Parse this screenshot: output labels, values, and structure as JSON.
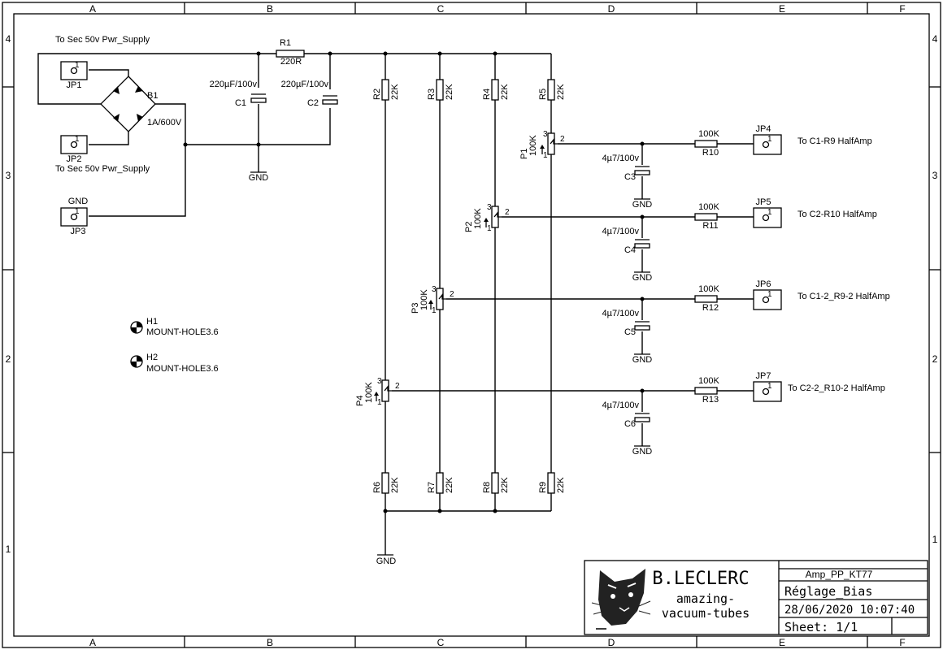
{
  "zones": {
    "columns": [
      "A",
      "B",
      "C",
      "D",
      "E",
      "F"
    ],
    "rows": [
      "4",
      "3",
      "2",
      "1"
    ]
  },
  "labels": {
    "supply_note": "To Sec 50v Pwr_Supply",
    "gnd": "GND",
    "pin1": "1",
    "pin2": "2",
    "pin3": "3"
  },
  "connectors": [
    {
      "ref": "JP1"
    },
    {
      "ref": "JP2"
    },
    {
      "ref": "JP3"
    },
    {
      "ref": "JP4",
      "note": "To C1-R9 HalfAmp"
    },
    {
      "ref": "JP5",
      "note": "To C2-R10 HalfAmp"
    },
    {
      "ref": "JP6",
      "note": "To C1-2_R9-2 HalfAmp"
    },
    {
      "ref": "JP7",
      "note": "To C2-2_R10-2 HalfAmp"
    }
  ],
  "bridge": {
    "ref": "B1",
    "value": "1A/600V"
  },
  "input_caps": [
    {
      "ref": "C1",
      "value": "220µF/100v"
    },
    {
      "ref": "C2",
      "value": "220µF/100v"
    }
  ],
  "series_resistor": {
    "ref": "R1",
    "value": "220R"
  },
  "divider_top": [
    {
      "ref": "R2",
      "value": "22K"
    },
    {
      "ref": "R3",
      "value": "22K"
    },
    {
      "ref": "R4",
      "value": "22K"
    },
    {
      "ref": "R5",
      "value": "22K"
    }
  ],
  "divider_bottom": [
    {
      "ref": "R6",
      "value": "22K"
    },
    {
      "ref": "R7",
      "value": "22K"
    },
    {
      "ref": "R8",
      "value": "22K"
    },
    {
      "ref": "R9",
      "value": "22K"
    }
  ],
  "pots": [
    {
      "ref": "P1",
      "value": "100K"
    },
    {
      "ref": "P2",
      "value": "100K"
    },
    {
      "ref": "P3",
      "value": "100K"
    },
    {
      "ref": "P4",
      "value": "100K"
    }
  ],
  "output_caps": [
    {
      "ref": "C3",
      "value": "4µ7/100v"
    },
    {
      "ref": "C4",
      "value": "4µ7/100v"
    },
    {
      "ref": "C5",
      "value": "4µ7/100v"
    },
    {
      "ref": "C6",
      "value": "4µ7/100v"
    }
  ],
  "output_resistors": [
    {
      "ref": "R10",
      "value": "100K"
    },
    {
      "ref": "R11",
      "value": "100K"
    },
    {
      "ref": "R12",
      "value": "100K"
    },
    {
      "ref": "R13",
      "value": "100K"
    }
  ],
  "mount_holes": [
    {
      "ref": "H1",
      "value": "MOUNT-HOLE3.6"
    },
    {
      "ref": "H2",
      "value": "MOUNT-HOLE3.6"
    }
  ],
  "title_block": {
    "author": "B.LECLERC",
    "site_line1": "amazing-",
    "site_line2": "vacuum-tubes",
    "project": "Amp_PP_KT77",
    "sheet_name": "Réglage_Bias",
    "datetime": "28/06/2020 10:07:40",
    "sheet": "Sheet: 1/1"
  }
}
